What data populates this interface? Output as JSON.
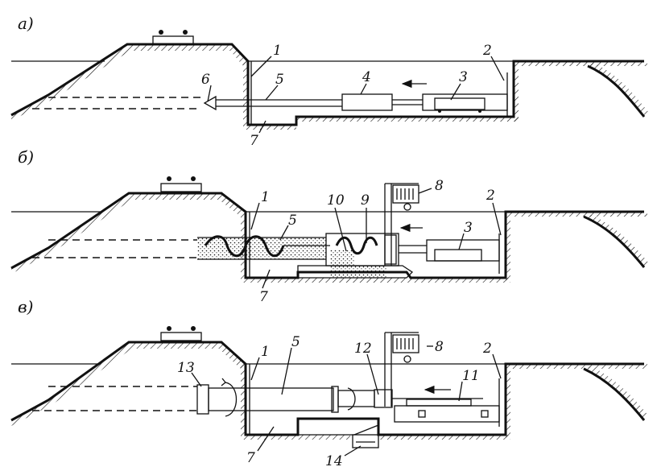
{
  "panels": [
    {
      "id": "a",
      "label": "а)",
      "numbers": [
        "1",
        "2",
        "3",
        "4",
        "5",
        "6",
        "7"
      ]
    },
    {
      "id": "b",
      "label": "б)",
      "numbers": [
        "1",
        "2",
        "3",
        "5",
        "7",
        "8",
        "9",
        "10"
      ]
    },
    {
      "id": "v",
      "label": "в)",
      "numbers": [
        "1",
        "2",
        "5",
        "7",
        "8",
        "11",
        "12",
        "13",
        "14"
      ]
    }
  ]
}
